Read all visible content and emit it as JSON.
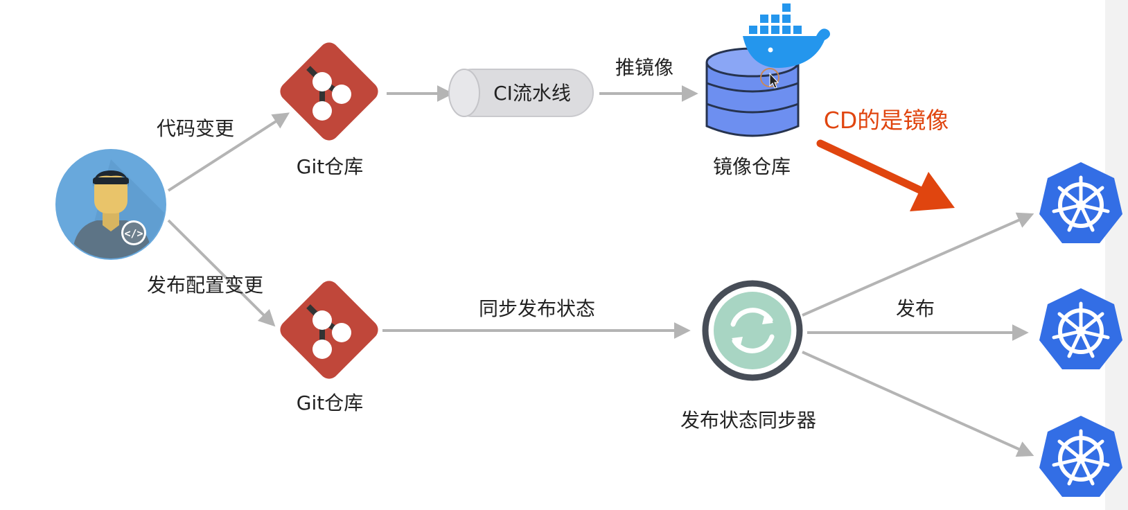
{
  "labels": {
    "code_change": "代码变更",
    "release_config_change": "发布配置变更",
    "git_repo_1": "Git仓库",
    "git_repo_2": "Git仓库",
    "ci_pipeline": "CI流水线",
    "push_image": "推镜像",
    "image_registry": "镜像仓库",
    "sync_release_state": "同步发布状态",
    "release_state_syncer": "发布状态同步器",
    "release": "发布",
    "annotation": "CD的是镜像"
  },
  "icons": {
    "developer": "developer-avatar-icon",
    "code_badge": "code-tag-icon",
    "git": "git-logo-icon",
    "docker": "docker-whale-icon",
    "database": "database-stack-icon",
    "sync": "sync-arrows-icon",
    "kubernetes": "kubernetes-helm-icon",
    "cursor": "mouse-cursor-icon"
  },
  "colors": {
    "git": "#c0473a",
    "annotation": "#e0450f",
    "k8s": "#336ee5",
    "db": "#6d8ff0",
    "docker": "#2496ed",
    "sync_ring": "#474d57",
    "sync_fill": "#a8d5c3",
    "arrow": "#b4b4b4",
    "avatar_bg": "#68a8dc"
  }
}
